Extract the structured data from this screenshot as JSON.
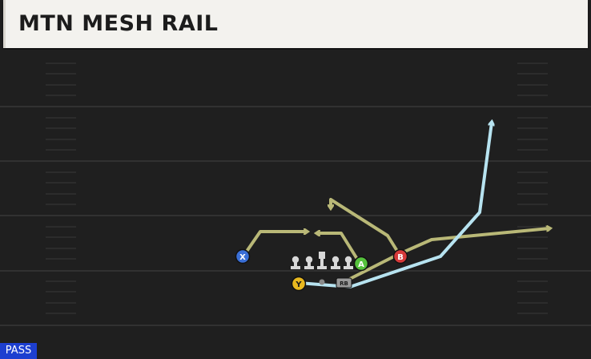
{
  "play": {
    "title": "MTN MESH RAIL",
    "type_badge": "PASS"
  },
  "colors": {
    "field": "#1f1f1f",
    "yard_line": "#3c3c3c",
    "route_olive": "#b9b877",
    "route_blue": "#b7e3f0",
    "player_x": "#3a6fd6",
    "player_a": "#55c23c",
    "player_b": "#d63a3a",
    "player_y": "#e8b81f",
    "player_rb": "#9a9a9a",
    "lineman": "#d8d8d8",
    "badge": "#1d3fd0"
  },
  "players": {
    "x": {
      "label": "X",
      "icon": "circle-x"
    },
    "a": {
      "label": "A",
      "icon": "circle-a"
    },
    "b": {
      "label": "B",
      "icon": "circle-b"
    },
    "y": {
      "label": "Y",
      "icon": "circle-y"
    },
    "rb": {
      "label": "RB",
      "icon": "rb-square"
    }
  }
}
